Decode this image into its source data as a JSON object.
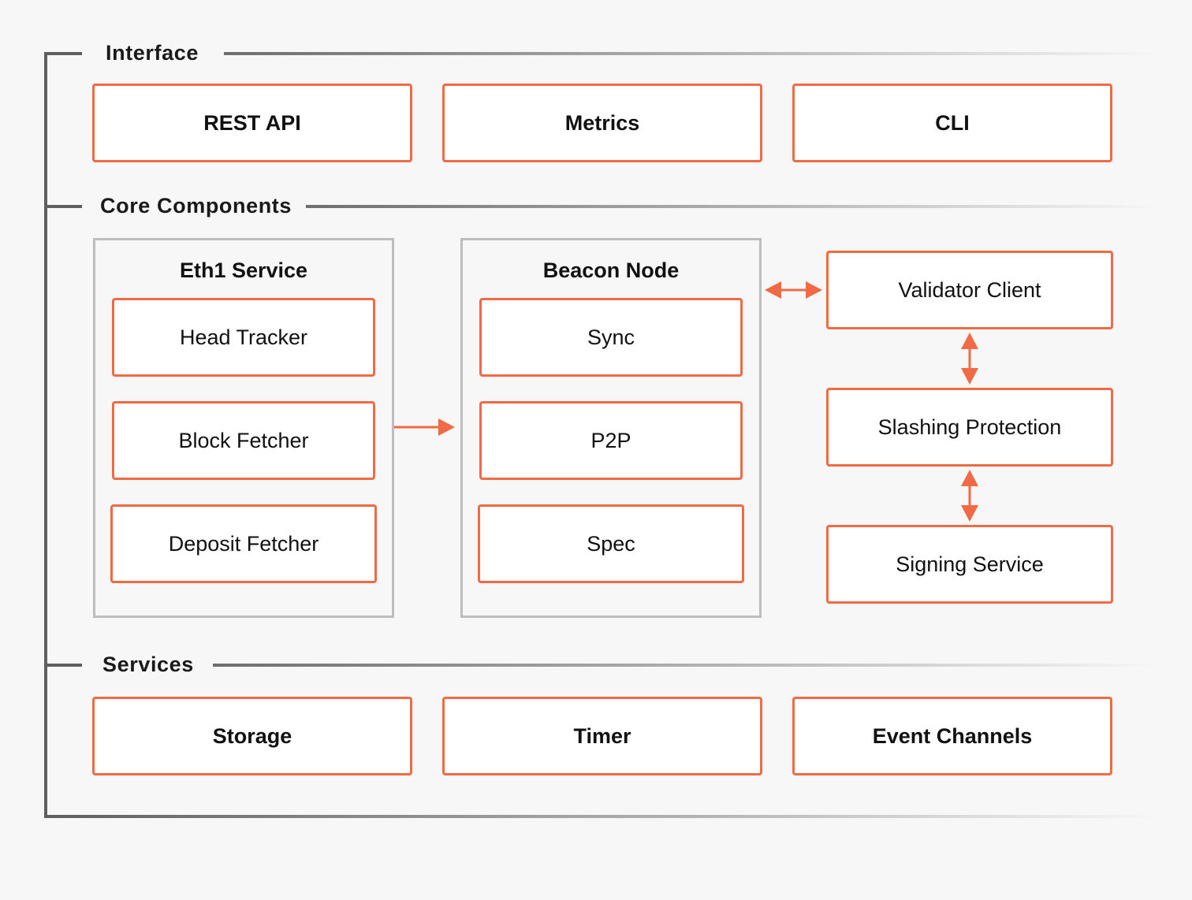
{
  "sections": {
    "interface": {
      "title": "Interface",
      "items": [
        "REST API",
        "Metrics",
        "CLI"
      ]
    },
    "core": {
      "title": "Core Components",
      "eth1": {
        "title": "Eth1 Service",
        "items": [
          "Head Tracker",
          "Block Fetcher",
          "Deposit Fetcher"
        ]
      },
      "beacon": {
        "title": "Beacon Node",
        "items": [
          "Sync",
          "P2P",
          "Spec"
        ]
      },
      "validator": {
        "items": [
          "Validator Client",
          "Slashing Protection",
          "Signing Service"
        ]
      }
    },
    "services": {
      "title": "Services",
      "items": [
        "Storage",
        "Timer",
        "Event Channels"
      ]
    }
  },
  "colors": {
    "accent": "#f06b45",
    "frame": "#5f5f5f",
    "group_border": "#bdbdbd",
    "background": "#f7f7f7"
  }
}
